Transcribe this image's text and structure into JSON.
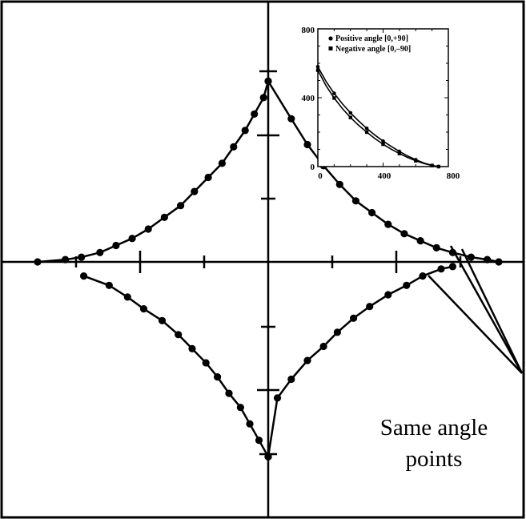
{
  "chart_data": [
    {
      "type": "line",
      "title": "",
      "xlabel": "",
      "ylabel": "",
      "grid": false,
      "axes": "crossed at origin, unlabeled ticks",
      "series": [
        {
          "part": "upper-left",
          "x": [
            -1.0,
            -0.88,
            -0.81,
            -0.73,
            -0.66,
            -0.59,
            -0.52,
            -0.45,
            -0.38,
            -0.32,
            -0.26,
            -0.2,
            -0.15,
            -0.1,
            -0.06,
            -0.02,
            0.0
          ],
          "y": [
            0.0,
            0.01,
            0.02,
            0.04,
            0.07,
            0.1,
            0.14,
            0.19,
            0.24,
            0.3,
            0.36,
            0.42,
            0.49,
            0.56,
            0.63,
            0.7,
            0.77
          ]
        },
        {
          "part": "upper-right",
          "x": [
            0.0,
            0.1,
            0.17,
            0.24,
            0.31,
            0.38,
            0.45,
            0.52,
            0.59,
            0.66,
            0.73,
            0.8,
            0.88,
            0.95,
            1.0
          ],
          "y": [
            0.77,
            0.61,
            0.5,
            0.41,
            0.33,
            0.26,
            0.21,
            0.16,
            0.12,
            0.09,
            0.06,
            0.04,
            0.02,
            0.01,
            0.0
          ]
        },
        {
          "part": "lower-left",
          "x": [
            -0.8,
            -0.69,
            -0.61,
            -0.54,
            -0.46,
            -0.39,
            -0.33,
            -0.27,
            -0.22,
            -0.17,
            -0.12,
            -0.08,
            -0.04,
            0.0
          ],
          "y": [
            -0.06,
            -0.1,
            -0.15,
            -0.2,
            -0.25,
            -0.31,
            -0.37,
            -0.43,
            -0.49,
            -0.56,
            -0.62,
            -0.69,
            -0.76,
            -0.83
          ]
        },
        {
          "part": "lower-right",
          "x": [
            0.0,
            0.04,
            0.1,
            0.17,
            0.24,
            0.3,
            0.37,
            0.44,
            0.52,
            0.6,
            0.67,
            0.75,
            0.8
          ],
          "y": [
            -0.83,
            -0.58,
            -0.5,
            -0.42,
            -0.36,
            -0.3,
            -0.24,
            -0.19,
            -0.14,
            -0.1,
            -0.06,
            -0.03,
            -0.02
          ]
        }
      ],
      "annotation": {
        "line1": "Same angle",
        "line2": "points"
      }
    },
    {
      "type": "line",
      "title": "",
      "xlabel": "",
      "ylabel": "",
      "xlim": [
        0,
        800
      ],
      "ylim": [
        0,
        800
      ],
      "x_ticks": [
        "0",
        "400",
        "800"
      ],
      "y_ticks": [
        "0",
        "400",
        "800"
      ],
      "legend_position": "top-right",
      "series": [
        {
          "name": "Positive angle  [0,+90]",
          "marker": "circle",
          "x": [
            0,
            50,
            100,
            150,
            200,
            250,
            300,
            350,
            400,
            450,
            500,
            550,
            600,
            650,
            700,
            740
          ],
          "y": [
            580,
            495,
            425,
            365,
            312,
            265,
            222,
            183,
            148,
            117,
            88,
            62,
            40,
            21,
            7,
            0
          ]
        },
        {
          "name": "Negative angle  [0,–90]",
          "marker": "square",
          "x": [
            0,
            50,
            100,
            150,
            200,
            250,
            300,
            350,
            400,
            450,
            500,
            550,
            600,
            650,
            700,
            740
          ],
          "y": [
            560,
            470,
            398,
            337,
            285,
            240,
            200,
            163,
            130,
            101,
            76,
            53,
            34,
            18,
            6,
            0
          ]
        }
      ]
    }
  ]
}
